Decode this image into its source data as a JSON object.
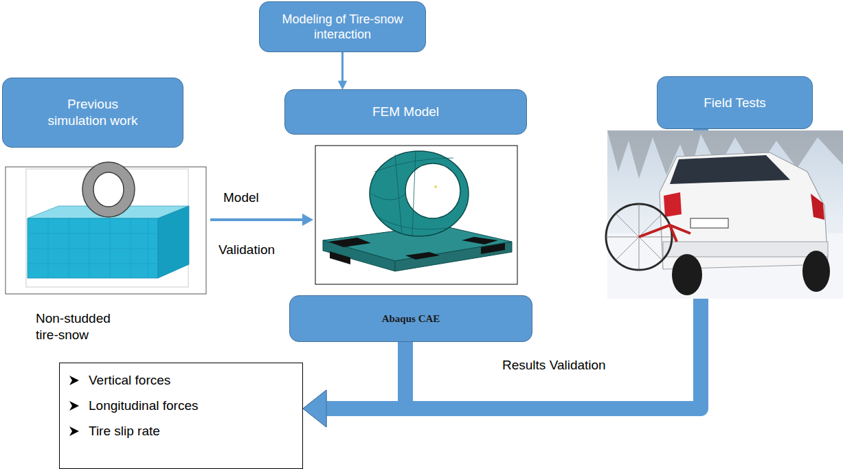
{
  "diagram": {
    "nodes": [
      {
        "text": [
          "Modeling of Tire-snow interaction"
        ]
      },
      {
        "text": [
          "Previous simulation work"
        ]
      },
      {
        "text": [
          "FEM Model"
        ]
      },
      {
        "text": [
          "Field Tests"
        ]
      },
      {
        "text": [
          "Abaqus CAE"
        ]
      },
      {
        "text": [
          "Vertical forces",
          "Longitudinal forces",
          "Tire slip rate"
        ]
      }
    ],
    "edges": [
      {
        "from": 0,
        "to": 2,
        "arrow": "to"
      },
      {
        "from": 4,
        "to": 5,
        "arrow": "to"
      },
      {
        "from": 3,
        "to": 5,
        "arrow": "to",
        "label": "Results Validation"
      }
    ],
    "labels": [
      "Model",
      "Validation",
      "Non-studded tire-snow"
    ]
  }
}
